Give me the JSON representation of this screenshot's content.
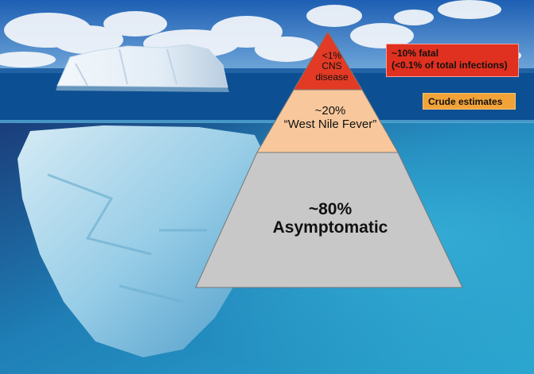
{
  "pyramid": {
    "top": {
      "line1": "<1%",
      "line2": "CNS",
      "line3": "disease"
    },
    "middle": {
      "line1": "~20%",
      "line2": "“West Nile Fever”"
    },
    "bottom": {
      "line1": "~80%",
      "line2": "Asymptomatic"
    }
  },
  "notes": {
    "fatal": {
      "line1": "~10% fatal",
      "line2": "(<0.1% of total infections)"
    },
    "crude": "Crude estimates"
  },
  "colors": {
    "top_tier": "#e23a24",
    "middle_tier": "#f8c89c",
    "bottom_tier": "#c8c8c8",
    "fatal_note": "#e0301f",
    "crude_note": "#f2a338",
    "sky": "#3b7fc4",
    "sea": "#0f5fa0",
    "underwater": "#1f86b8"
  }
}
